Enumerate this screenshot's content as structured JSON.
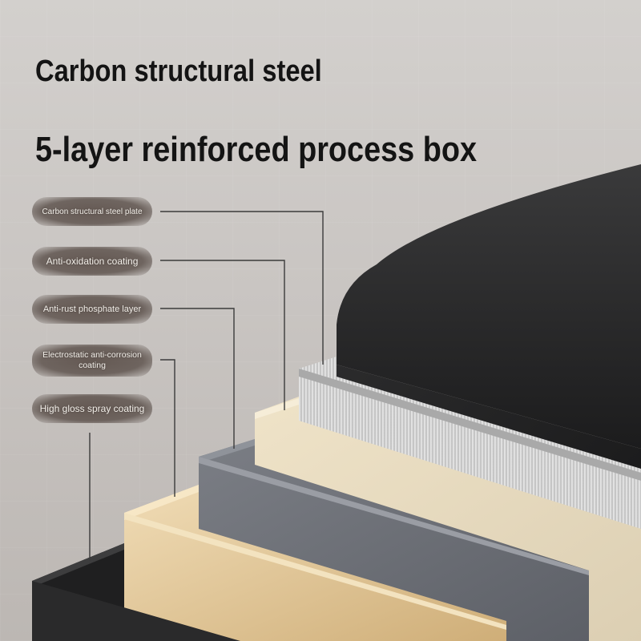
{
  "heading": {
    "line1": "Carbon structural steel",
    "line2": "5-layer reinforced process box"
  },
  "layers": [
    {
      "label": "Carbon structural steel plate",
      "icon": "brush-stroke-pill"
    },
    {
      "label": "Anti-oxidation coating",
      "icon": "brush-stroke-pill"
    },
    {
      "label": "Anti-rust phosphate layer",
      "icon": "brush-stroke-pill"
    },
    {
      "label": "Electrostatic anti-corrosion coating",
      "icon": "brush-stroke-pill"
    },
    {
      "label": "High gloss spray coating",
      "icon": "brush-stroke-pill"
    }
  ],
  "colors": {
    "background": "#cac6c3",
    "heading": "#141414",
    "outer_black": "#1b1b1c",
    "steel_silver": "#c9c9c9",
    "cream_coating": "#e8dcc3",
    "grey_phosphate": "#6d7077",
    "gold_coating": "#e2c89a",
    "black_gloss": "#2a2a2b",
    "label_pill": "#4f423b"
  }
}
